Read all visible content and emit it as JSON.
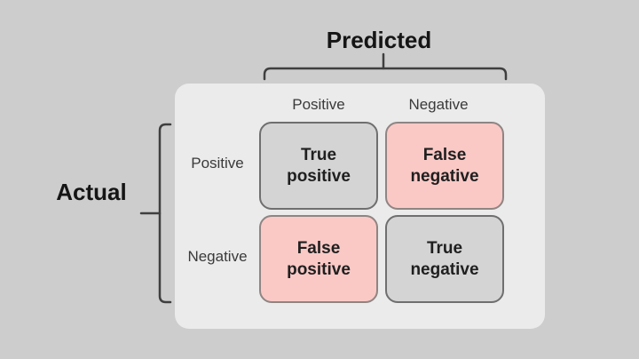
{
  "titles": {
    "predicted": "Predicted",
    "actual": "Actual"
  },
  "matrix": {
    "column_headers": [
      "Positive",
      "Negative"
    ],
    "row_headers": [
      "Positive",
      "Negative"
    ],
    "cells": {
      "true_positive": {
        "line1": "True",
        "line2": "positive"
      },
      "false_negative": {
        "line1": "False",
        "line2": "negative"
      },
      "false_positive": {
        "line1": "False",
        "line2": "positive"
      },
      "true_negative": {
        "line1": "True",
        "line2": "negative"
      }
    }
  },
  "colors": {
    "background": "#cdcdcd",
    "panel": "#ebebeb",
    "gray_cell": "#d4d4d4",
    "gray_cell_border": "#6f6f6f",
    "pink_cell": "#fac9c6",
    "pink_cell_border": "#8f8583",
    "bracket": "#3f3f3f",
    "title_text": "#151515",
    "label_text": "#3a3a3a",
    "cell_text": "#1f1f1f"
  }
}
